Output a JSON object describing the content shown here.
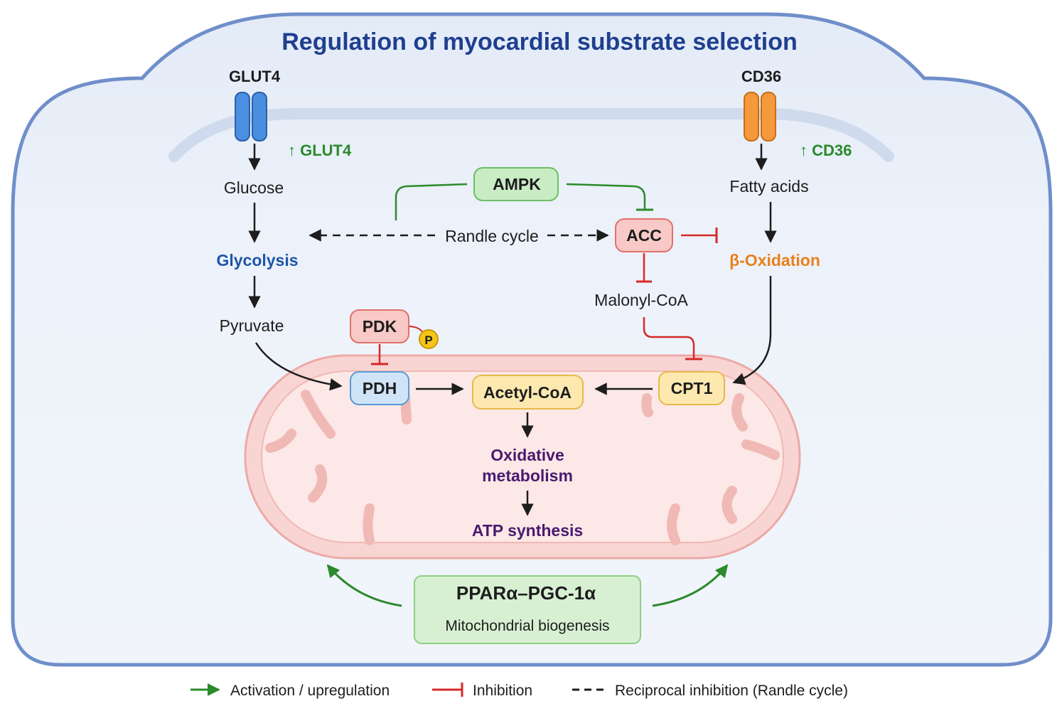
{
  "title": "Regulation of myocardial substrate selection",
  "transporters": {
    "glut4": "GLUT4",
    "cd36": "CD36",
    "glut4_up": "↑ GLUT4",
    "cd36_up": "↑ CD36"
  },
  "metabolites": {
    "glucose": "Glucose",
    "glycolysis": "Glycolysis",
    "pyruvate": "Pyruvate",
    "fatty_acids": "Fatty acids",
    "beta_oxidation": "β-Oxidation",
    "malonyl_coa": "Malonyl-CoA",
    "randle_cycle": "Randle cycle"
  },
  "enzymes": {
    "ampk": "AMPK",
    "acc": "ACC",
    "pdk": "PDK",
    "phospho": "P",
    "pdh": "PDH",
    "acetyl_coa": "Acetyl-CoA",
    "cpt1": "CPT1"
  },
  "mito": {
    "oxidative_1": "Oxidative",
    "oxidative_2": "metabolism",
    "atp": "ATP synthesis"
  },
  "ppar": {
    "title": "PPARα–PGC-1α",
    "subtitle": "Mitochondrial biogenesis"
  },
  "legend": {
    "activation": "Activation / upregulation",
    "inhibition": "Inhibition",
    "reciprocal": "Reciprocal inhibition (Randle cycle)"
  },
  "colors": {
    "activation": "#2b8a2b",
    "inhibition": "#d62828",
    "cell_border": "#5a7ab8",
    "mitochondrion": "#f6c9c6"
  }
}
